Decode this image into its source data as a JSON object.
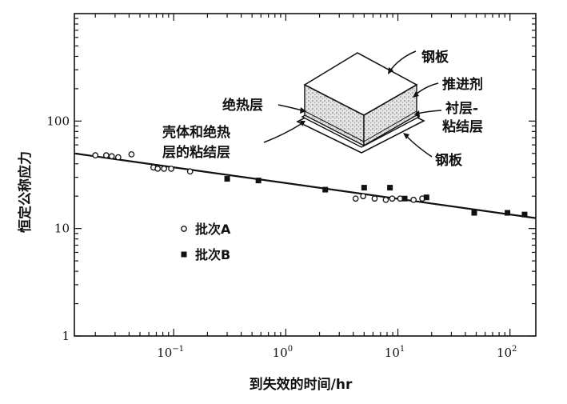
{
  "chart_data": {
    "type": "scatter",
    "xlabel": "到失效的时间/hr",
    "ylabel": "恒定公称应力",
    "x_scale": "log",
    "y_scale": "log",
    "xlim": [
      0.013,
      170
    ],
    "ylim": [
      1,
      1000
    ],
    "x_ticks": [
      {
        "value": 0.1,
        "base": "10",
        "exp": "−1"
      },
      {
        "value": 1,
        "base": "10",
        "exp": "0"
      },
      {
        "value": 10,
        "base": "10",
        "exp": "1"
      },
      {
        "value": 100,
        "base": "10",
        "exp": "2"
      }
    ],
    "y_ticks": [
      {
        "value": 1,
        "label": "1"
      },
      {
        "value": 10,
        "label": "10"
      },
      {
        "value": 100,
        "label": "100"
      }
    ],
    "grid": false,
    "legend_position": "left",
    "series": [
      {
        "name": "批次A",
        "marker": "open-circle",
        "points": [
          [
            0.02,
            48
          ],
          [
            0.025,
            48
          ],
          [
            0.028,
            47
          ],
          [
            0.032,
            46
          ],
          [
            0.042,
            49
          ],
          [
            0.066,
            37
          ],
          [
            0.072,
            36
          ],
          [
            0.082,
            36
          ],
          [
            0.095,
            36
          ],
          [
            0.14,
            34
          ],
          [
            4.2,
            19
          ],
          [
            4.9,
            20
          ],
          [
            6.2,
            19
          ],
          [
            7.8,
            18.5
          ],
          [
            8.9,
            19
          ],
          [
            10.5,
            19
          ],
          [
            13.8,
            18.5
          ],
          [
            16.5,
            19
          ]
        ]
      },
      {
        "name": "批次B",
        "marker": "filled-square",
        "points": [
          [
            0.3,
            29
          ],
          [
            0.57,
            28
          ],
          [
            2.25,
            23
          ],
          [
            5.0,
            24
          ],
          [
            8.5,
            24
          ],
          [
            11.5,
            19
          ],
          [
            18.0,
            19.5
          ],
          [
            48,
            14
          ],
          [
            95,
            14
          ],
          [
            135,
            13.5
          ]
        ]
      }
    ],
    "fit_line": {
      "x": [
        0.013,
        170
      ],
      "y": [
        50,
        12.5
      ]
    },
    "inset": {
      "labels": {
        "steel_top": "钢板",
        "insulation": "绝热层",
        "propellant": "推进剂",
        "liner": "衬层-",
        "liner2": "粘结层",
        "case_bond": "壳体和绝热",
        "case_bond2": "层的粘结层",
        "steel_bottom": "钢板"
      }
    },
    "colors": {
      "ink": "#111111",
      "stipple": "#bdbdbd"
    }
  }
}
